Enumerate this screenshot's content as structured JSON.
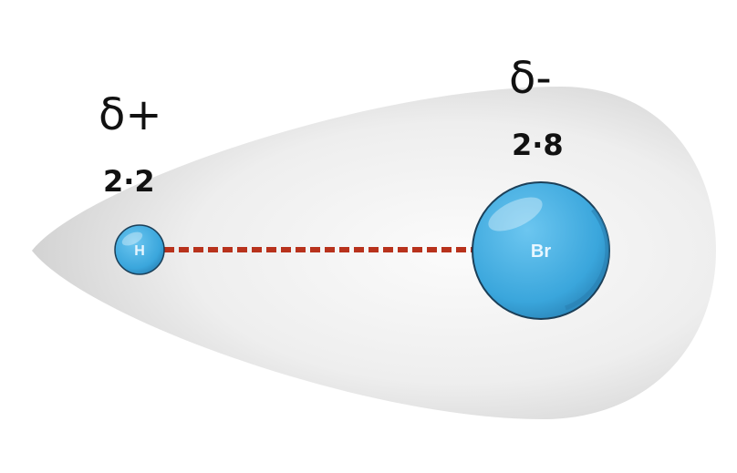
{
  "hydrogen": {
    "symbol": "H",
    "charge": "δ+",
    "electronegativity": "2·2"
  },
  "bromine": {
    "symbol": "Br",
    "charge": "δ-",
    "electronegativity": "2·8"
  },
  "colors": {
    "atom": "#3aa6dc",
    "bond": "#b8321c",
    "cloud": "#d9d9d9"
  }
}
